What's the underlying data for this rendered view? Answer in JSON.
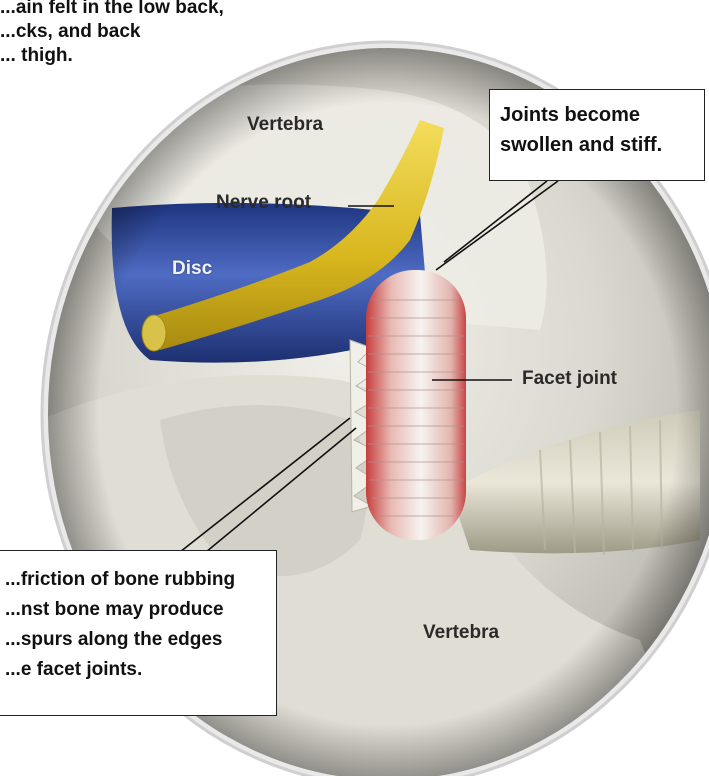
{
  "header_note": "...ain felt in the low back,\n...cks, and back\n... thigh.",
  "labels": {
    "vertebra_top": "Vertebra",
    "nerve_root": "Nerve root",
    "disc": "Disc",
    "facet_joint": "Facet joint",
    "vertebra_bottom": "Vertebra"
  },
  "callouts": {
    "joints": "Joints become\nswollen and stiff.",
    "spurs": "...friction of bone rubbing\n...nst bone may produce\n...spurs along the edges\n...e facet joints."
  },
  "colors": {
    "disc": "#2e4aa0",
    "nerve": "#e3c42a",
    "bone": "#dedcd4",
    "inflamed": "#c94a4a",
    "frame": "#d8d8d8"
  }
}
